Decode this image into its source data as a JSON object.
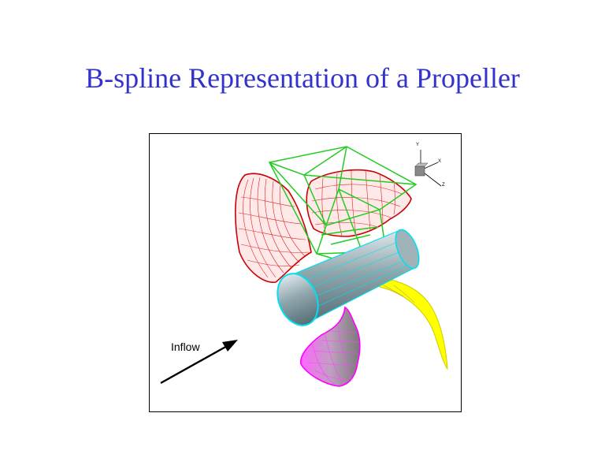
{
  "slide": {
    "title": "B-spline Representation of a Propeller"
  },
  "figure": {
    "inflow_label": "Inflow",
    "axis_labels": {
      "y": "Y",
      "x": "X",
      "z": "Z"
    },
    "colors": {
      "control_net": "#22cc22",
      "blade_upper": "#cc0000",
      "blade_lower": "#ff00ff",
      "blade_side": "#ffff00",
      "hub": "#6a8a94",
      "hub_outline": "#00e0f0",
      "arrow": "#000000"
    }
  }
}
